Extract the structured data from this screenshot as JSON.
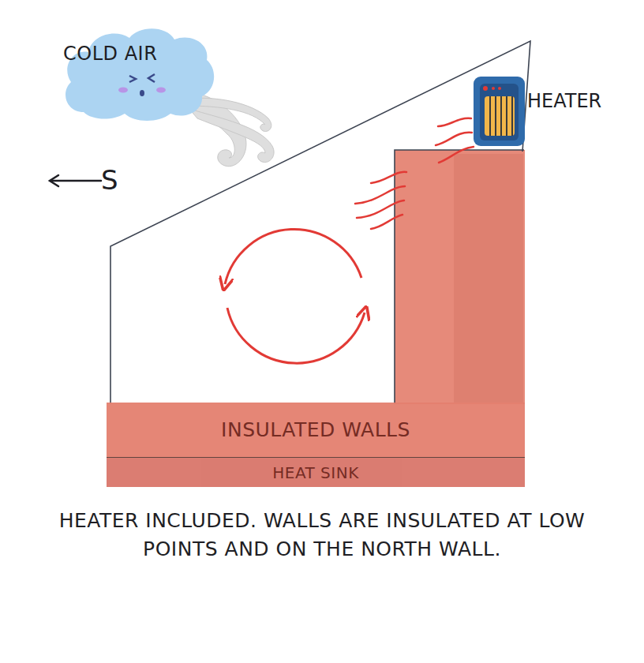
{
  "diagram": {
    "caption": "HEATER INCLUDED. WALLS ARE INSULATED AT LOW POINTS AND ON THE NORTH WALL.",
    "nodes": [
      {
        "text": [
          "COLD AIR"
        ]
      },
      {
        "text": [
          "INSULATED WALLS"
        ]
      },
      {
        "text": [
          "HEAT SINK"
        ]
      }
    ],
    "labels": [
      "S",
      "HEATER"
    ]
  }
}
